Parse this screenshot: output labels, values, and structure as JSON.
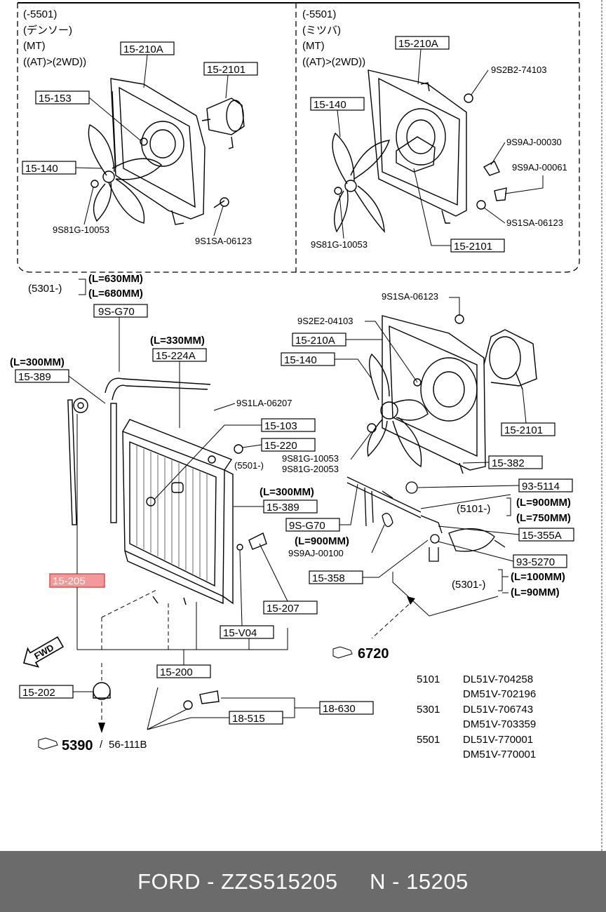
{
  "callouts": {
    "upper_left": {
      "header": [
        "(-5501)",
        "(デンソー)",
        "(MT)",
        "((AT)>(2WD))"
      ],
      "p_15210A": "15-210A",
      "p_152101": "15-2101",
      "p_15153": "15-153",
      "p_15140": "15-140",
      "p_9S81G10053": "9S81G-10053",
      "p_9S1SA06123": "9S1SA-06123"
    },
    "upper_right": {
      "header": [
        "(-5501)",
        "(ミツバ)",
        "(MT)",
        "((AT)>(2WD))"
      ],
      "p_15210A": "15-210A",
      "p_9S2B274103": "9S2B2-74103",
      "p_15140": "15-140",
      "p_9S9AJ00030": "9S9AJ-00030",
      "p_9S9AJ00061": "9S9AJ-00061",
      "p_9S1SA06123": "9S1SA-06123",
      "p_9S81G10053": "9S81G-10053",
      "p_152101": "15-2101"
    },
    "main": {
      "ref5301_top": "(5301-)",
      "len630": "(L=630MM)",
      "len680": "(L=680MM)",
      "p_9SG70_top": "9S-G70",
      "len330": "(L=330MM)",
      "p_15224A": "15-224A",
      "len300_left": "(L=300MM)",
      "p_15389_left": "15-389",
      "p_9S1LA06207": "9S1LA-06207",
      "p_15103": "15-103",
      "p_15220": "15-220",
      "ref5501": "(5501-)",
      "p_9S81G10053": "9S81G-10053",
      "p_9S81G20053": "9S81G-20053",
      "len300_right": "(L=300MM)",
      "p_15389_right": "15-389",
      "p_9SG70_mid": "9S-G70",
      "len900": "(L=900MM)",
      "p_9S9AJ00100": "9S9AJ-00100",
      "p_15205": "15-205",
      "p_15207": "15-207",
      "p_15V04": "15-V04",
      "p_15200": "15-200",
      "p_15202": "15-202",
      "p_18630": "18-630",
      "p_18515": "18-515",
      "p_15358": "15-358",
      "ref5390": "5390",
      "ref5390_sub": "56-111B",
      "fwd": "FWD",
      "fan_9S1SA06123": "9S1SA-06123",
      "fan_9S2E204103": "9S2E2-04103",
      "fan_15210A": "15-210A",
      "fan_15140": "15-140",
      "fan_152101": "15-2101",
      "p_15382": "15-382",
      "p_935114": "93-5114",
      "ref5101": "(5101-)",
      "len900b": "(L=900MM)",
      "len750": "(L=750MM)",
      "p_15355A": "15-355A",
      "p_935270": "93-5270",
      "ref5301_bottom": "(5301-)",
      "len100": "(L=100MM)",
      "len90": "(L=90MM)",
      "ref6720": "6720"
    }
  },
  "serial_table": [
    {
      "code": "5101",
      "values": [
        "DL51V-704258",
        "DM51V-702196"
      ]
    },
    {
      "code": "5301",
      "values": [
        "DL51V-706743",
        "DM51V-703359"
      ]
    },
    {
      "code": "5501",
      "values": [
        "DL51V-770001",
        "DM51V-770001"
      ]
    }
  ],
  "footer": {
    "brand": "FORD",
    "sep1": " - ",
    "part_number": "ZZS515205",
    "gap": "     ",
    "prefix": "N",
    "sep2": " - ",
    "ref": "15205"
  },
  "colors": {
    "highlight": "#f29a9a",
    "highlight_border": "#e05050",
    "footer_bg": "#6b6b6b"
  }
}
